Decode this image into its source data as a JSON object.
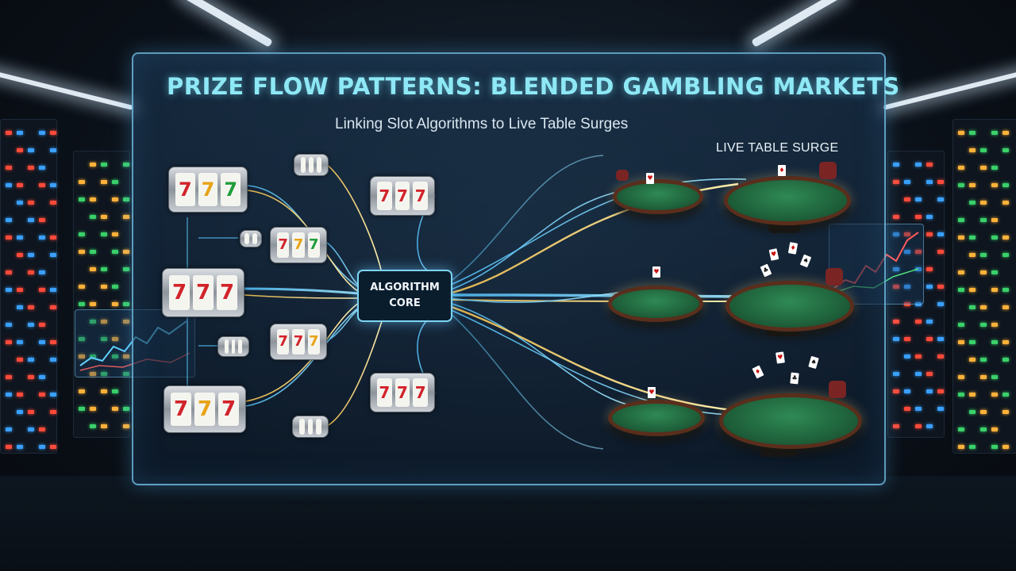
{
  "header": {
    "title": "PRIZE FLOW PATTERNS: BLENDED GAMBLING MARKETS",
    "subtitle": "Linking Slot Algorithms to Live Table Surges"
  },
  "core": {
    "line1": "ALGORITHM",
    "line2": "CORE"
  },
  "tables": {
    "label": "LIVE TABLE SURGE"
  },
  "slot_symbol": "7",
  "colors": {
    "accent": "#8ee8f5",
    "flow_blue": "#4fb8f0",
    "flow_gold": "#f2c14e",
    "felt": "#2f8a55"
  }
}
